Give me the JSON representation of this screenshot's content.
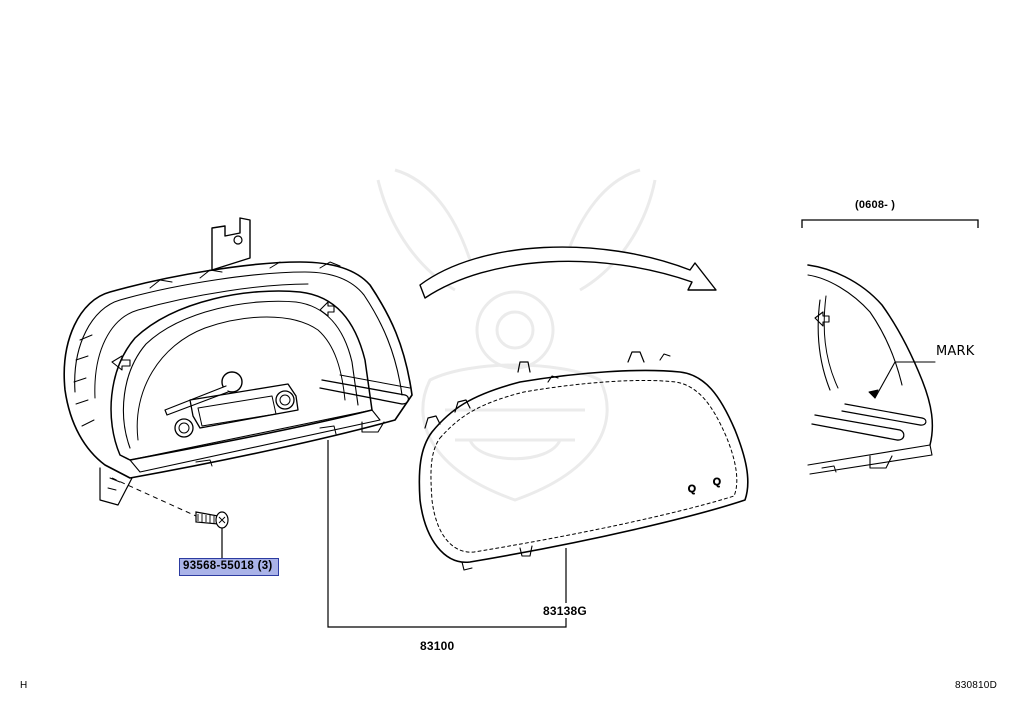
{
  "diagram": {
    "date_range_label": "(0608-      )",
    "mark_label": "MARK",
    "corner_left": "H",
    "figure_code": "830810D",
    "parts": {
      "screw": "93568-55018 (3)",
      "cover": "83138G",
      "assembly": "83100"
    }
  }
}
